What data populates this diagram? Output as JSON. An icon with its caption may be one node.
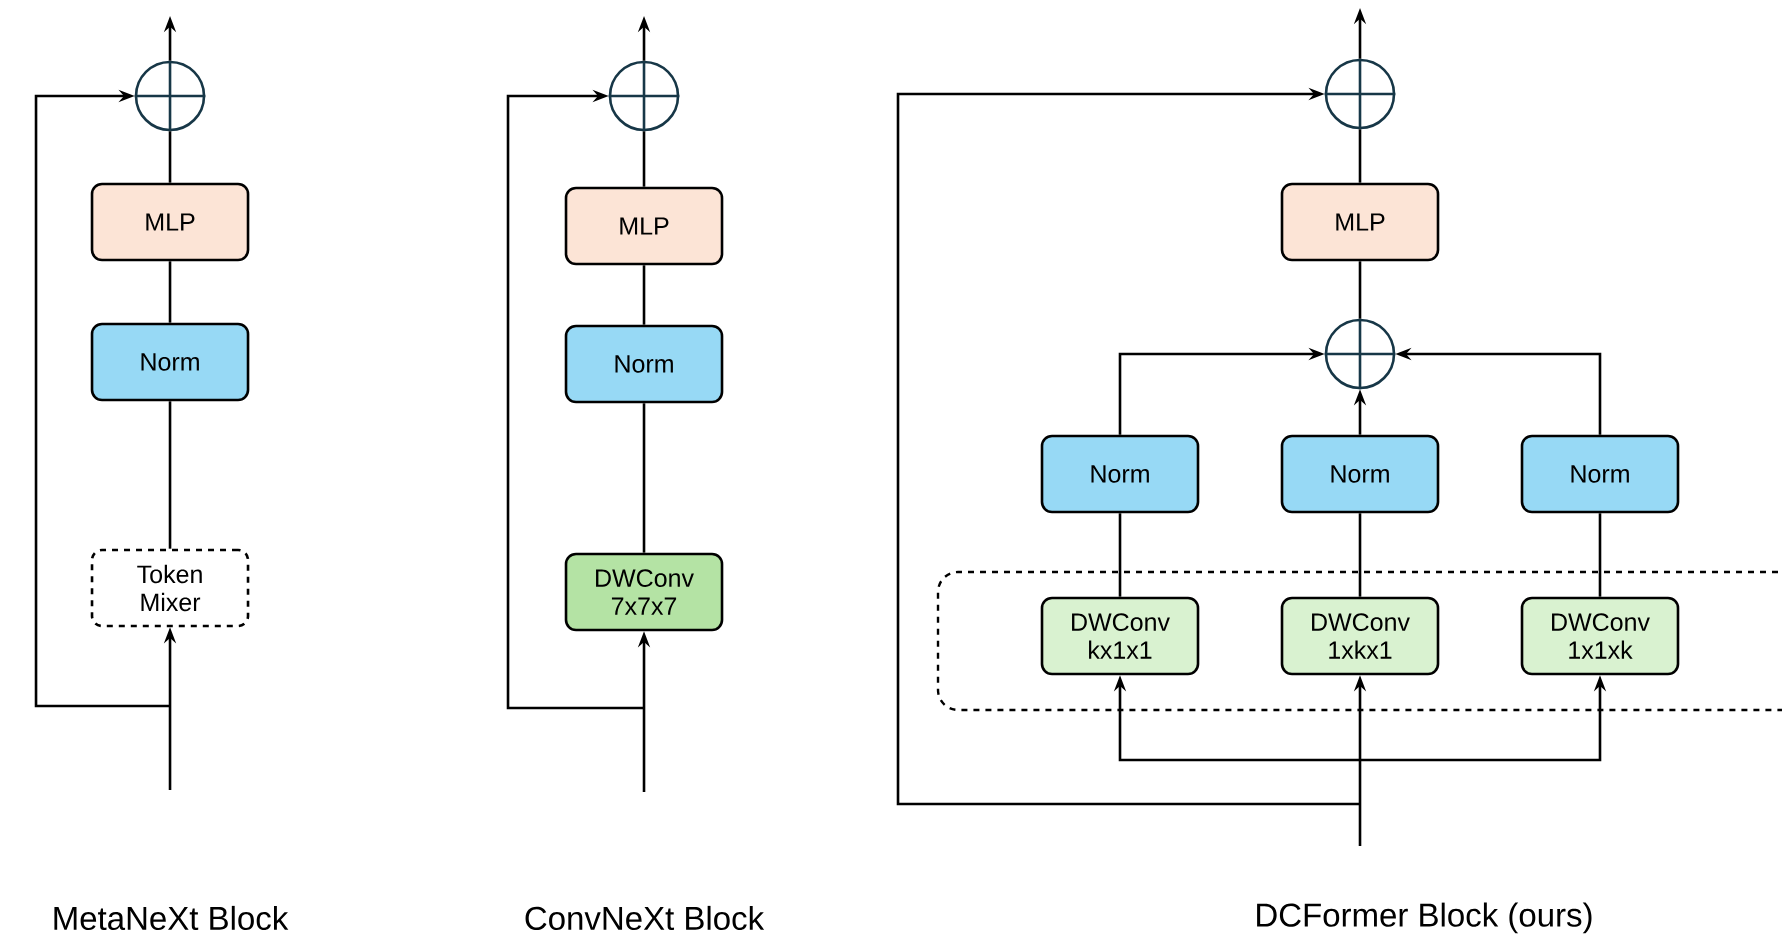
{
  "diagram": {
    "nodes": [
      {
        "text": [],
        "shape": "circle"
      },
      {
        "text": [
          "MLP"
        ]
      },
      {
        "text": [
          "Norm"
        ]
      },
      {
        "text": [
          "Token Mixer"
        ]
      },
      {
        "text": [],
        "shape": "circle"
      },
      {
        "text": [
          "MLP"
        ]
      },
      {
        "text": [
          "Norm"
        ]
      },
      {
        "text": [
          "DWConv 7x7x7"
        ]
      },
      {
        "text": [],
        "shape": "circle"
      },
      {
        "text": [
          "MLP"
        ]
      },
      {
        "text": [],
        "shape": "circle"
      },
      {
        "text": [
          "Norm"
        ]
      },
      {
        "text": [
          "Norm"
        ]
      },
      {
        "text": [
          "Norm"
        ]
      },
      {
        "text": [],
        "shape": "box"
      },
      {
        "text": [
          "DWConv kx1x1"
        ],
        "in": 14
      },
      {
        "text": [
          "DWConv 1xkx1"
        ],
        "in": 14
      },
      {
        "text": [
          "DWConv 1x1xk"
        ],
        "in": 14
      }
    ],
    "edges": [
      {
        "from": 3,
        "to": 2,
        "arrow": "none"
      },
      {
        "from": 2,
        "to": 1,
        "arrow": "none"
      },
      {
        "from": 1,
        "to": 0,
        "arrow": "none"
      },
      {
        "from": 0,
        "to": null,
        "arrow": "to"
      },
      {
        "from": null,
        "to": 3,
        "arrow": "to"
      },
      {
        "from": null,
        "to": 0,
        "arrow": "to"
      },
      {
        "from": 7,
        "to": 6,
        "arrow": "none"
      },
      {
        "from": 6,
        "to": 5,
        "arrow": "none"
      },
      {
        "from": 5,
        "to": 4,
        "arrow": "none"
      },
      {
        "from": 4,
        "to": null,
        "arrow": "to"
      },
      {
        "from": null,
        "to": 7,
        "arrow": "to"
      },
      {
        "from": null,
        "to": 4,
        "arrow": "to"
      },
      {
        "from": 15,
        "to": 11,
        "arrow": "none"
      },
      {
        "from": 16,
        "to": 12,
        "arrow": "none"
      },
      {
        "from": 17,
        "to": 13,
        "arrow": "none"
      },
      {
        "from": 11,
        "to": 10,
        "arrow": "to"
      },
      {
        "from": 12,
        "to": 10,
        "arrow": "to"
      },
      {
        "from": 13,
        "to": 10,
        "arrow": "to"
      },
      {
        "from": 10,
        "to": 9,
        "arrow": "none"
      },
      {
        "from": 9,
        "to": 8,
        "arrow": "none"
      },
      {
        "from": 8,
        "to": null,
        "arrow": "to"
      },
      {
        "from": null,
        "to": 16,
        "arrow": "to"
      },
      {
        "from": null,
        "to": 15,
        "arrow": "to"
      },
      {
        "from": null,
        "to": 17,
        "arrow": "to"
      },
      {
        "from": null,
        "to": 8,
        "arrow": "to"
      }
    ],
    "labels": [
      "MetaNeXt Block",
      "ConvNeXt Block",
      "DCFormer Block (ours)"
    ]
  }
}
